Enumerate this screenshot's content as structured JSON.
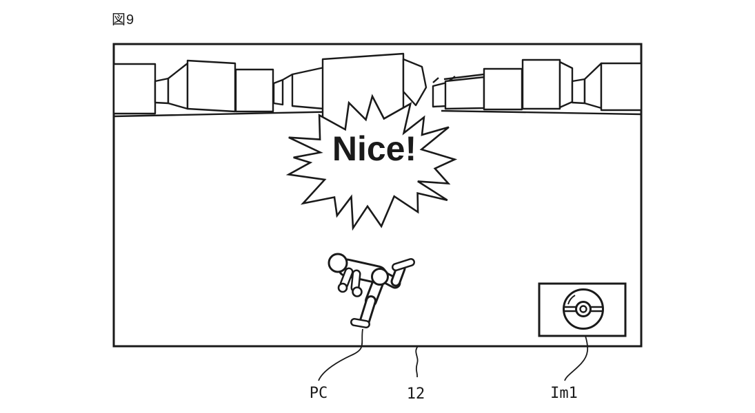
{
  "figure_label": "図9",
  "colors": {
    "ink": "#1a1a1a",
    "background": "#ffffff"
  },
  "screen": {
    "description": "game screen frame with city skyline",
    "speech_bubble": {
      "text": "Nice!"
    }
  },
  "icons": {
    "item_icon": "pokeball-icon"
  },
  "labels": {
    "pc": "PC",
    "screen_ref": "12",
    "icon_ref": "Im1"
  }
}
